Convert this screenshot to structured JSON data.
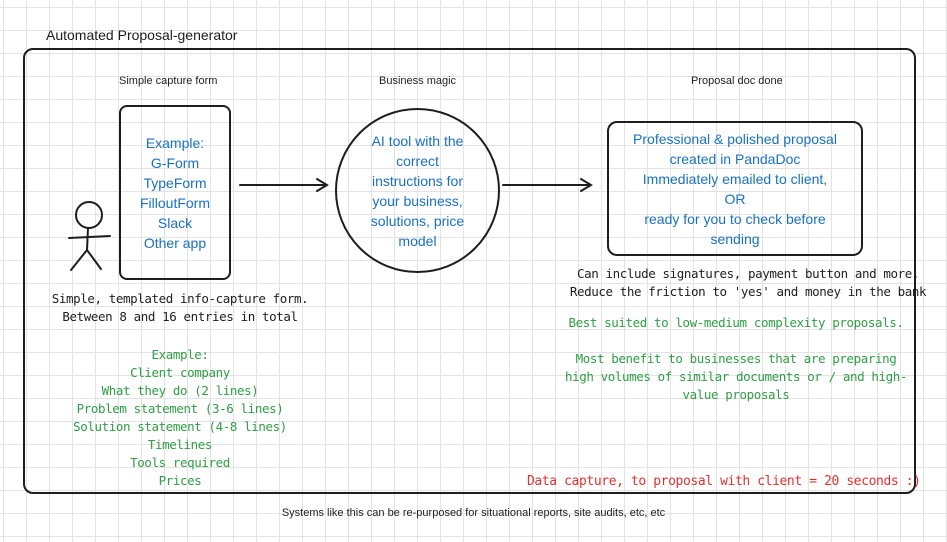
{
  "title": "Automated Proposal-generator",
  "columns": [
    {
      "label": "Simple capture form"
    },
    {
      "label": "Business magic"
    },
    {
      "label": "Proposal doc done"
    }
  ],
  "form_box": {
    "lines": [
      "Example:",
      "G-Form",
      "TypeForm",
      "FilloutForm",
      "Slack",
      "Other app"
    ]
  },
  "magic_circle": {
    "lines": [
      "AI tool with the",
      "correct",
      "instructions for",
      "your business,",
      "solutions, price",
      "model"
    ]
  },
  "proposal_box": {
    "lines": [
      "Professional & polished proposal",
      "created in PandaDoc",
      "Immediately emailed to client,",
      "OR",
      "ready for you to check before",
      "sending"
    ]
  },
  "form_note": {
    "lines": [
      "Simple, templated info-capture form.",
      "Between 8 and 16 entries in total"
    ]
  },
  "form_example": {
    "lines": [
      "Example:",
      "Client company",
      "What they do (2 lines)",
      "Problem statement (3-6 lines)",
      "Solution statement (4-8 lines)",
      "Timelines",
      "Tools required",
      "Prices"
    ]
  },
  "proposal_note": {
    "lines": [
      "Can include signatures, payment button and more.",
      "Reduce the friction to 'yes' and money in the bank"
    ]
  },
  "suited": {
    "text": "Best suited to low-medium complexity proposals."
  },
  "benefit": {
    "lines": [
      "Most benefit to businesses that are preparing",
      "high volumes of similar documents or / and high-",
      "value proposals"
    ]
  },
  "speed": {
    "text": "Data capture, to proposal with client = 20 seconds  :)"
  },
  "footer": {
    "text": "Systems like this can be re-purposed for situational reports, site audits, etc, etc"
  },
  "colors": {
    "ink": "#1e1e1e",
    "blue": "#1971c2",
    "green": "#2f9e44",
    "red": "#e03131",
    "grid": "#e3e3e3"
  }
}
